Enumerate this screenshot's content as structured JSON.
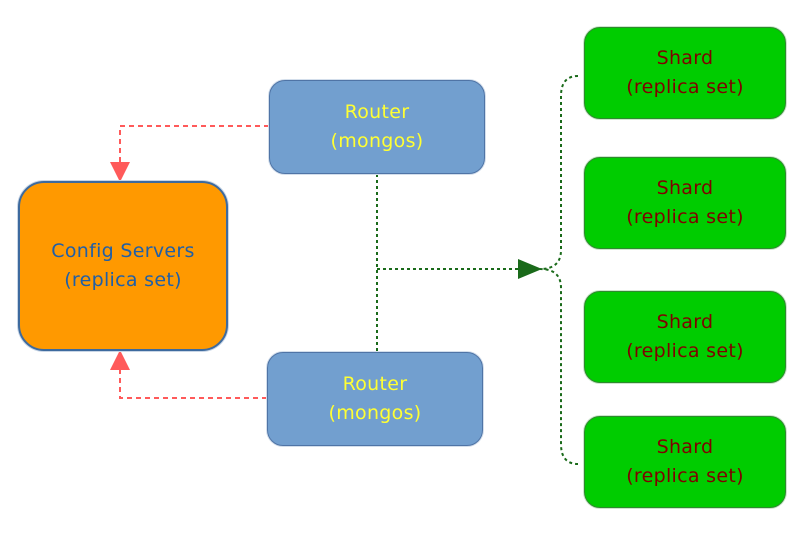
{
  "colors": {
    "config_fill": "#ff9900",
    "config_text": "#1f5fa8",
    "router_fill": "#729fcf",
    "router_text": "#ffff33",
    "shard_fill": "#00cc00",
    "shard_text": "#800000",
    "config_link": "#ff5a5a",
    "shard_link": "#1a6a1a"
  },
  "config_servers": {
    "title": "Config Servers",
    "subtitle": "(replica set)"
  },
  "routers": [
    {
      "title": "Router",
      "subtitle": "(mongos)"
    },
    {
      "title": "Router",
      "subtitle": "(mongos)"
    }
  ],
  "shards": [
    {
      "title": "Shard",
      "subtitle": "(replica set)"
    },
    {
      "title": "Shard",
      "subtitle": "(replica set)"
    },
    {
      "title": "Shard",
      "subtitle": "(replica set)"
    },
    {
      "title": "Shard",
      "subtitle": "(replica set)"
    }
  ]
}
